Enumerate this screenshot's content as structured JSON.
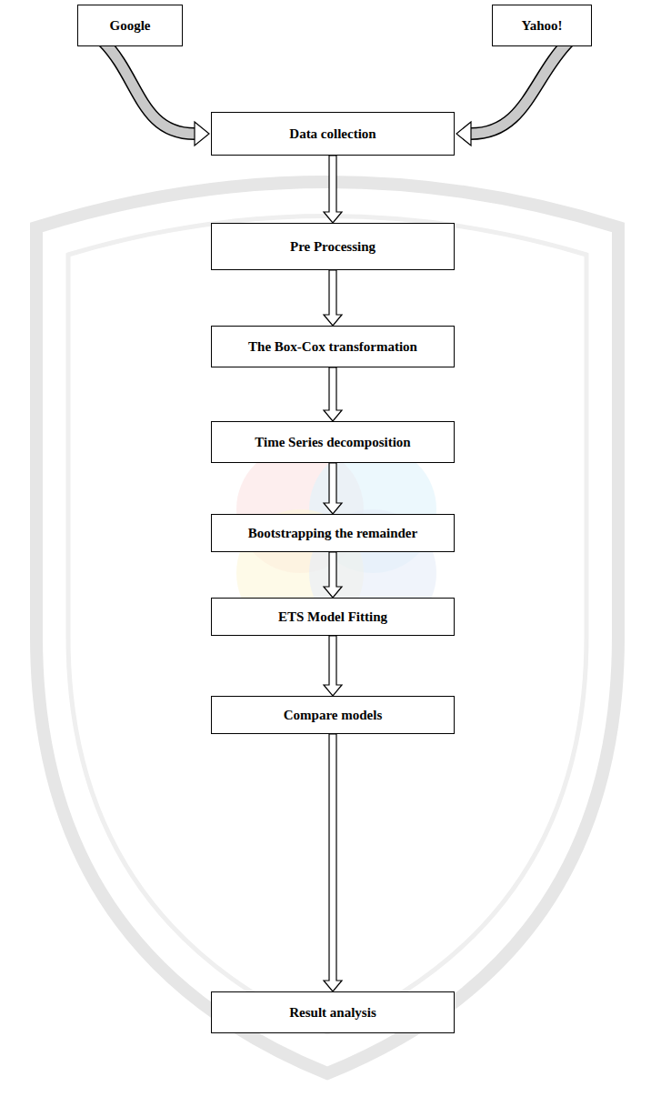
{
  "diagram": {
    "nodes": [
      {
        "text": [
          "Google"
        ]
      },
      {
        "text": [
          "Yahoo!"
        ]
      },
      {
        "text": [
          "Data collection"
        ]
      },
      {
        "text": [
          "Pre Processing"
        ]
      },
      {
        "text": [
          "The Box-Cox transformation"
        ]
      },
      {
        "text": [
          "Time Series decomposition"
        ]
      },
      {
        "text": [
          "Bootstrapping the remainder"
        ]
      },
      {
        "text": [
          "ETS Model Fitting"
        ]
      },
      {
        "text": [
          "Compare models"
        ]
      },
      {
        "text": [
          "Result analysis"
        ]
      }
    ],
    "edges": [
      {
        "from": 0,
        "to": 2,
        "arrow": "to"
      },
      {
        "from": 1,
        "to": 2,
        "arrow": "to"
      },
      {
        "from": 2,
        "to": 3,
        "arrow": "to"
      },
      {
        "from": 3,
        "to": 4,
        "arrow": "to"
      },
      {
        "from": 4,
        "to": 5,
        "arrow": "to"
      },
      {
        "from": 5,
        "to": 6,
        "arrow": "to"
      },
      {
        "from": 6,
        "to": 7,
        "arrow": "to"
      },
      {
        "from": 7,
        "to": 8,
        "arrow": "to"
      },
      {
        "from": 8,
        "to": 9,
        "arrow": "to"
      }
    ]
  }
}
